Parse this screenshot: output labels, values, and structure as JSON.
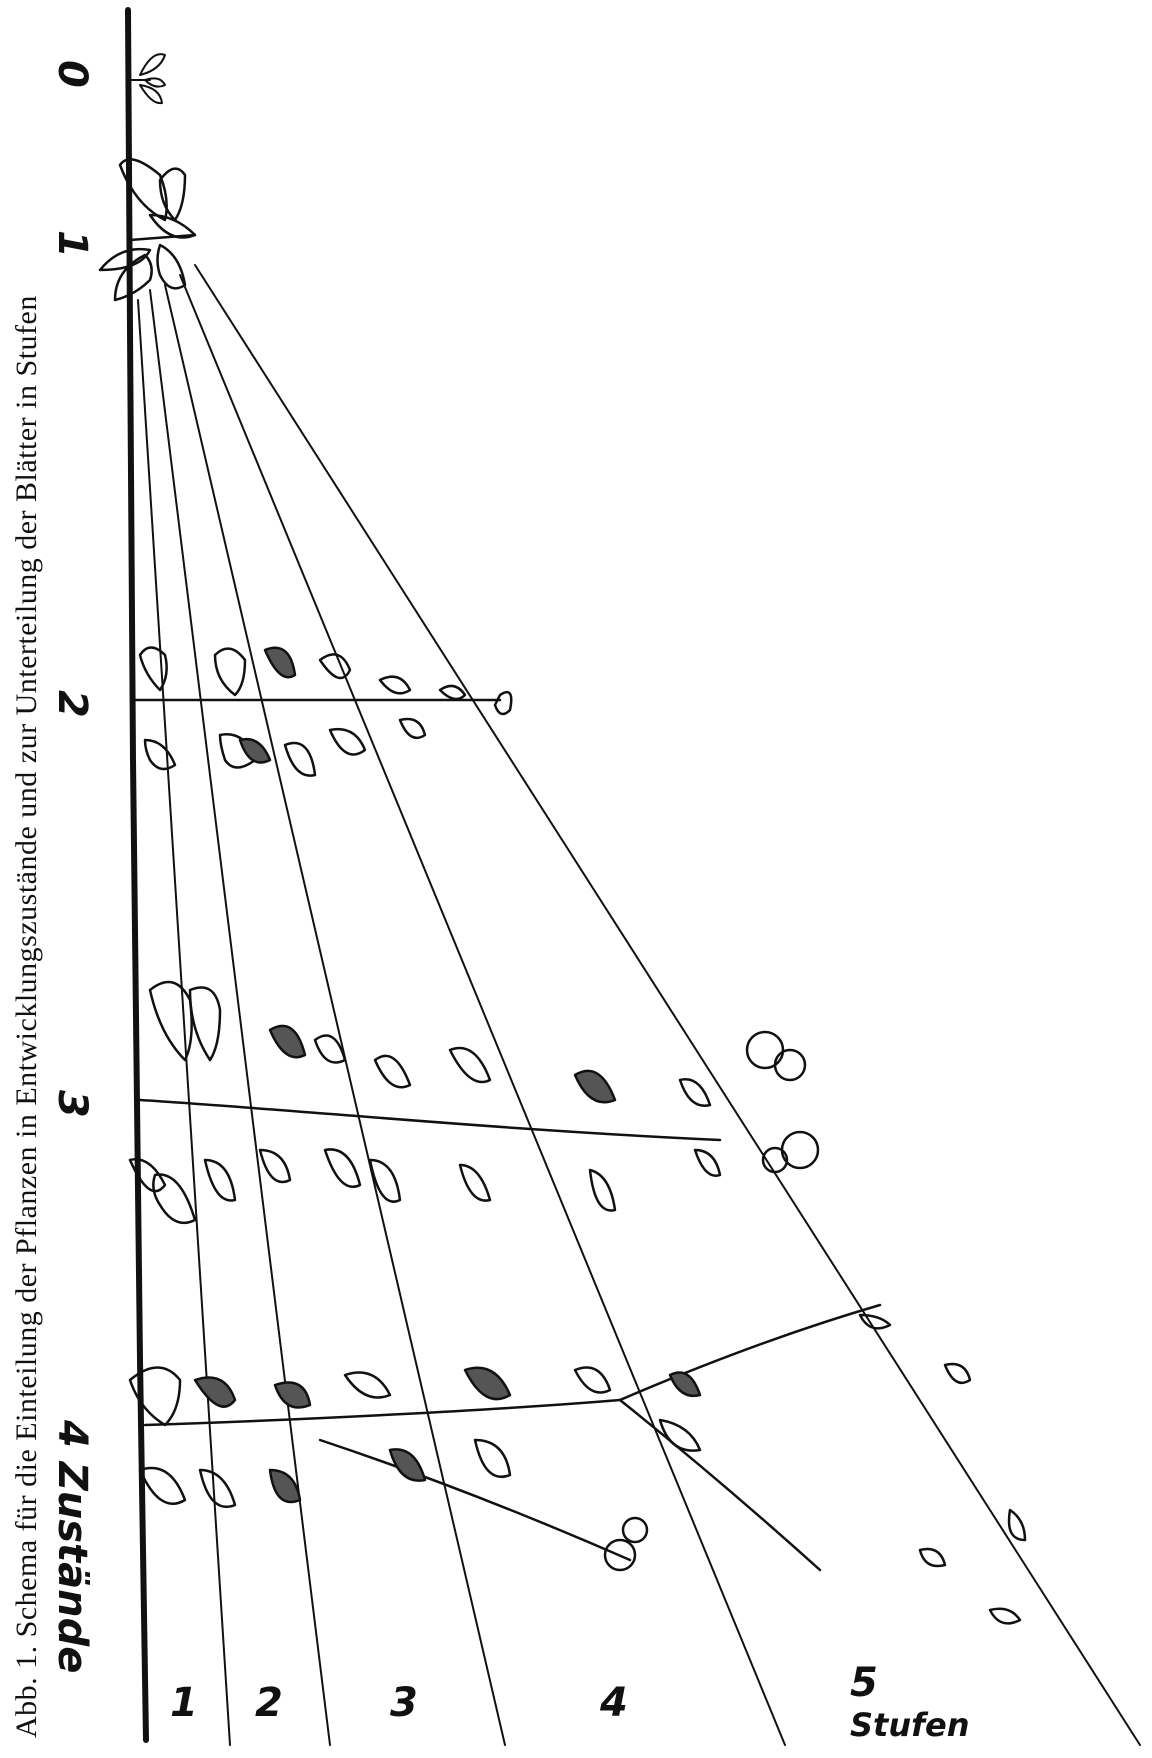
{
  "caption": "Abb. 1.  Schema für die Einteilung der Pflanzen in Entwicklungszustände und zur Unterteilung der Blätter in Stufen",
  "states": {
    "s0": "0",
    "s1": "1",
    "s2": "2",
    "s3": "3",
    "s4": "4 Zustände"
  },
  "stages": {
    "t1": "1",
    "t2": "2",
    "t3": "3",
    "t4": "4",
    "t5": "5",
    "word": "Stufen"
  },
  "colors": {
    "ink": "#111111",
    "paper": "#ffffff"
  }
}
